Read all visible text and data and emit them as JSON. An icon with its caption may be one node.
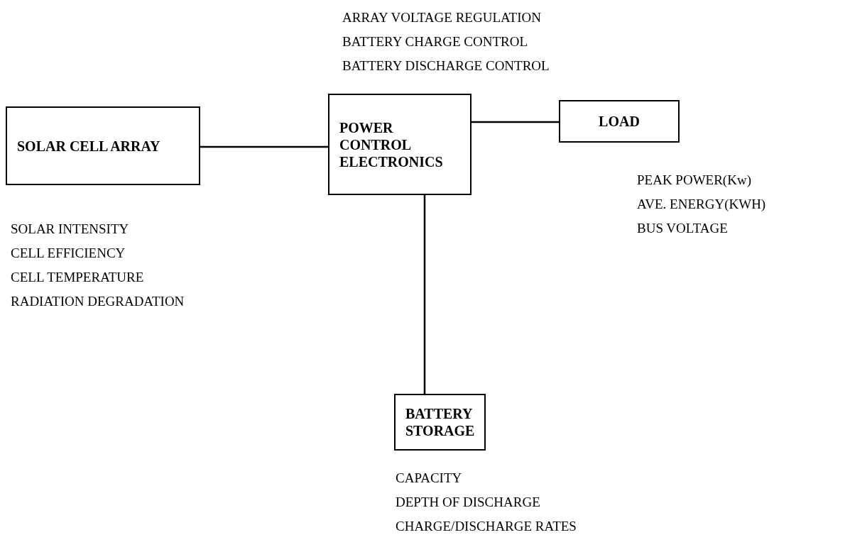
{
  "diagram": {
    "nodes": [
      {
        "text": [
          "SOLAR CELL ARRAY"
        ],
        "beside": [
          "SOLAR  INTENSITY",
          "CELL EFFICIENCY",
          "CELL TEMPERATURE",
          "RADIATION DEGRADATION"
        ]
      },
      {
        "text": [
          "POWER CONTROL ELECTRONICS"
        ],
        "beside": [
          "ARRAY VOLTAGE REGULATION",
          "BATTERY CHARGE CONTROL",
          "BATTERY DISCHARGE CONTROL"
        ]
      },
      {
        "text": [
          "LOAD"
        ],
        "beside": [
          "PEAK POWER(Kw)",
          "AVE. ENERGY(KWH)",
          "BUS VOLTAGE"
        ]
      },
      {
        "text": [
          "BATTERY STORAGE"
        ],
        "beside": [
          "CAPACITY",
          "DEPTH OF DISCHARGE",
          "CHARGE/DISCHARGE RATES"
        ]
      }
    ],
    "edges": [
      {
        "from": 0,
        "to": 1,
        "arrow": "none"
      },
      {
        "from": 1,
        "to": 2,
        "arrow": "none"
      },
      {
        "from": 1,
        "to": 3,
        "arrow": "none"
      }
    ]
  }
}
